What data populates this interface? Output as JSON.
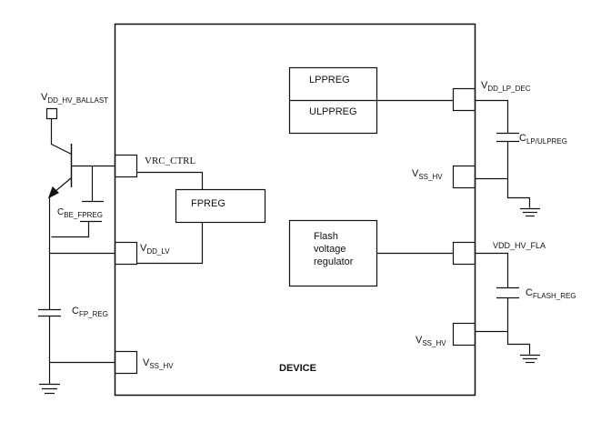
{
  "device": {
    "label": "DEVICE"
  },
  "blocks": {
    "lppreg": "LPPREG",
    "ulppreg": "ULPPREG",
    "fpreg": "FPREG",
    "flash_regulator": [
      "Flash",
      "voltage",
      "regulator"
    ]
  },
  "pins": {
    "left": [
      {
        "main": "VRC_CTRL",
        "sub": ""
      },
      {
        "main": "V",
        "sub": "DD_LV"
      },
      {
        "main": "V",
        "sub": "SS_HV"
      }
    ],
    "right": [
      {
        "main": "V",
        "sub": "DD_LP_DEC"
      },
      {
        "main": "V",
        "sub": "SS_HV"
      },
      {
        "main": "VDD_HV_FLA",
        "sub": ""
      },
      {
        "main": "V",
        "sub": "SS_HV"
      }
    ]
  },
  "external": {
    "ballast_supply": {
      "main": "V",
      "sub": "DD_HV_BALLAST"
    },
    "c_be_fpreg": {
      "main": "C",
      "sub": "BE_FPREG"
    },
    "c_fp_reg": {
      "main": "C",
      "sub": "FP_REG"
    },
    "c_lp_ulpreg": {
      "main": "C",
      "sub": "LP/ULPREG"
    },
    "c_flash_reg": {
      "main": "C",
      "sub": "FLASH_REG"
    }
  }
}
